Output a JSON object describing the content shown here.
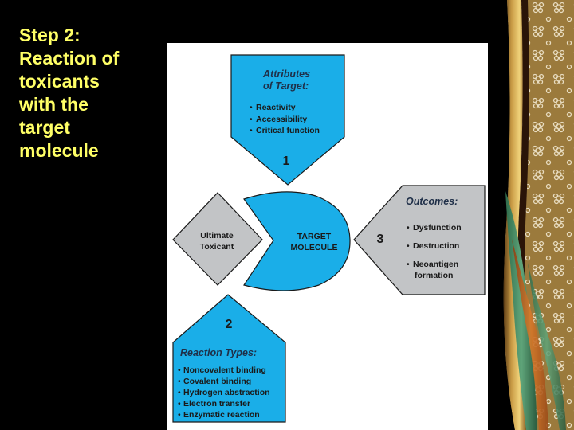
{
  "slide": {
    "title_lines": [
      "Step 2:",
      "Reaction of",
      "toxicants",
      "with the",
      "target",
      "molecule"
    ]
  },
  "diagram": {
    "attributes": {
      "heading_lines": [
        "Attributes",
        "of Target:"
      ],
      "items": [
        "Reactivity",
        "Accessibility",
        "Critical function"
      ],
      "step": "1"
    },
    "ultimate_toxicant": {
      "lines": [
        "Ultimate",
        "Toxicant"
      ]
    },
    "target_molecule": {
      "lines": [
        "TARGET",
        "MOLECULE"
      ]
    },
    "outcomes": {
      "heading": "Outcomes:",
      "items": [
        "Dysfunction",
        "Destruction",
        "Neoantigen"
      ],
      "item_continuation": "formation",
      "step": "3"
    },
    "reaction_types": {
      "step": "2",
      "heading": "Reaction Types:",
      "items": [
        "Noncovalent binding",
        "Covalent binding",
        "Hydrogen abstraction",
        "Electron transfer",
        "Enzymatic reaction"
      ]
    },
    "bullet": "•"
  },
  "colors": {
    "background": "#000000",
    "title": "#ffff66",
    "blue_fill": "#1aaee8",
    "blue_fill_dark": "#0a8fd6",
    "gray_fill": "#c2c4c6",
    "outline": "#1a1a1a",
    "text": "#1a1a1a",
    "heading_text": "#1f2f48"
  }
}
